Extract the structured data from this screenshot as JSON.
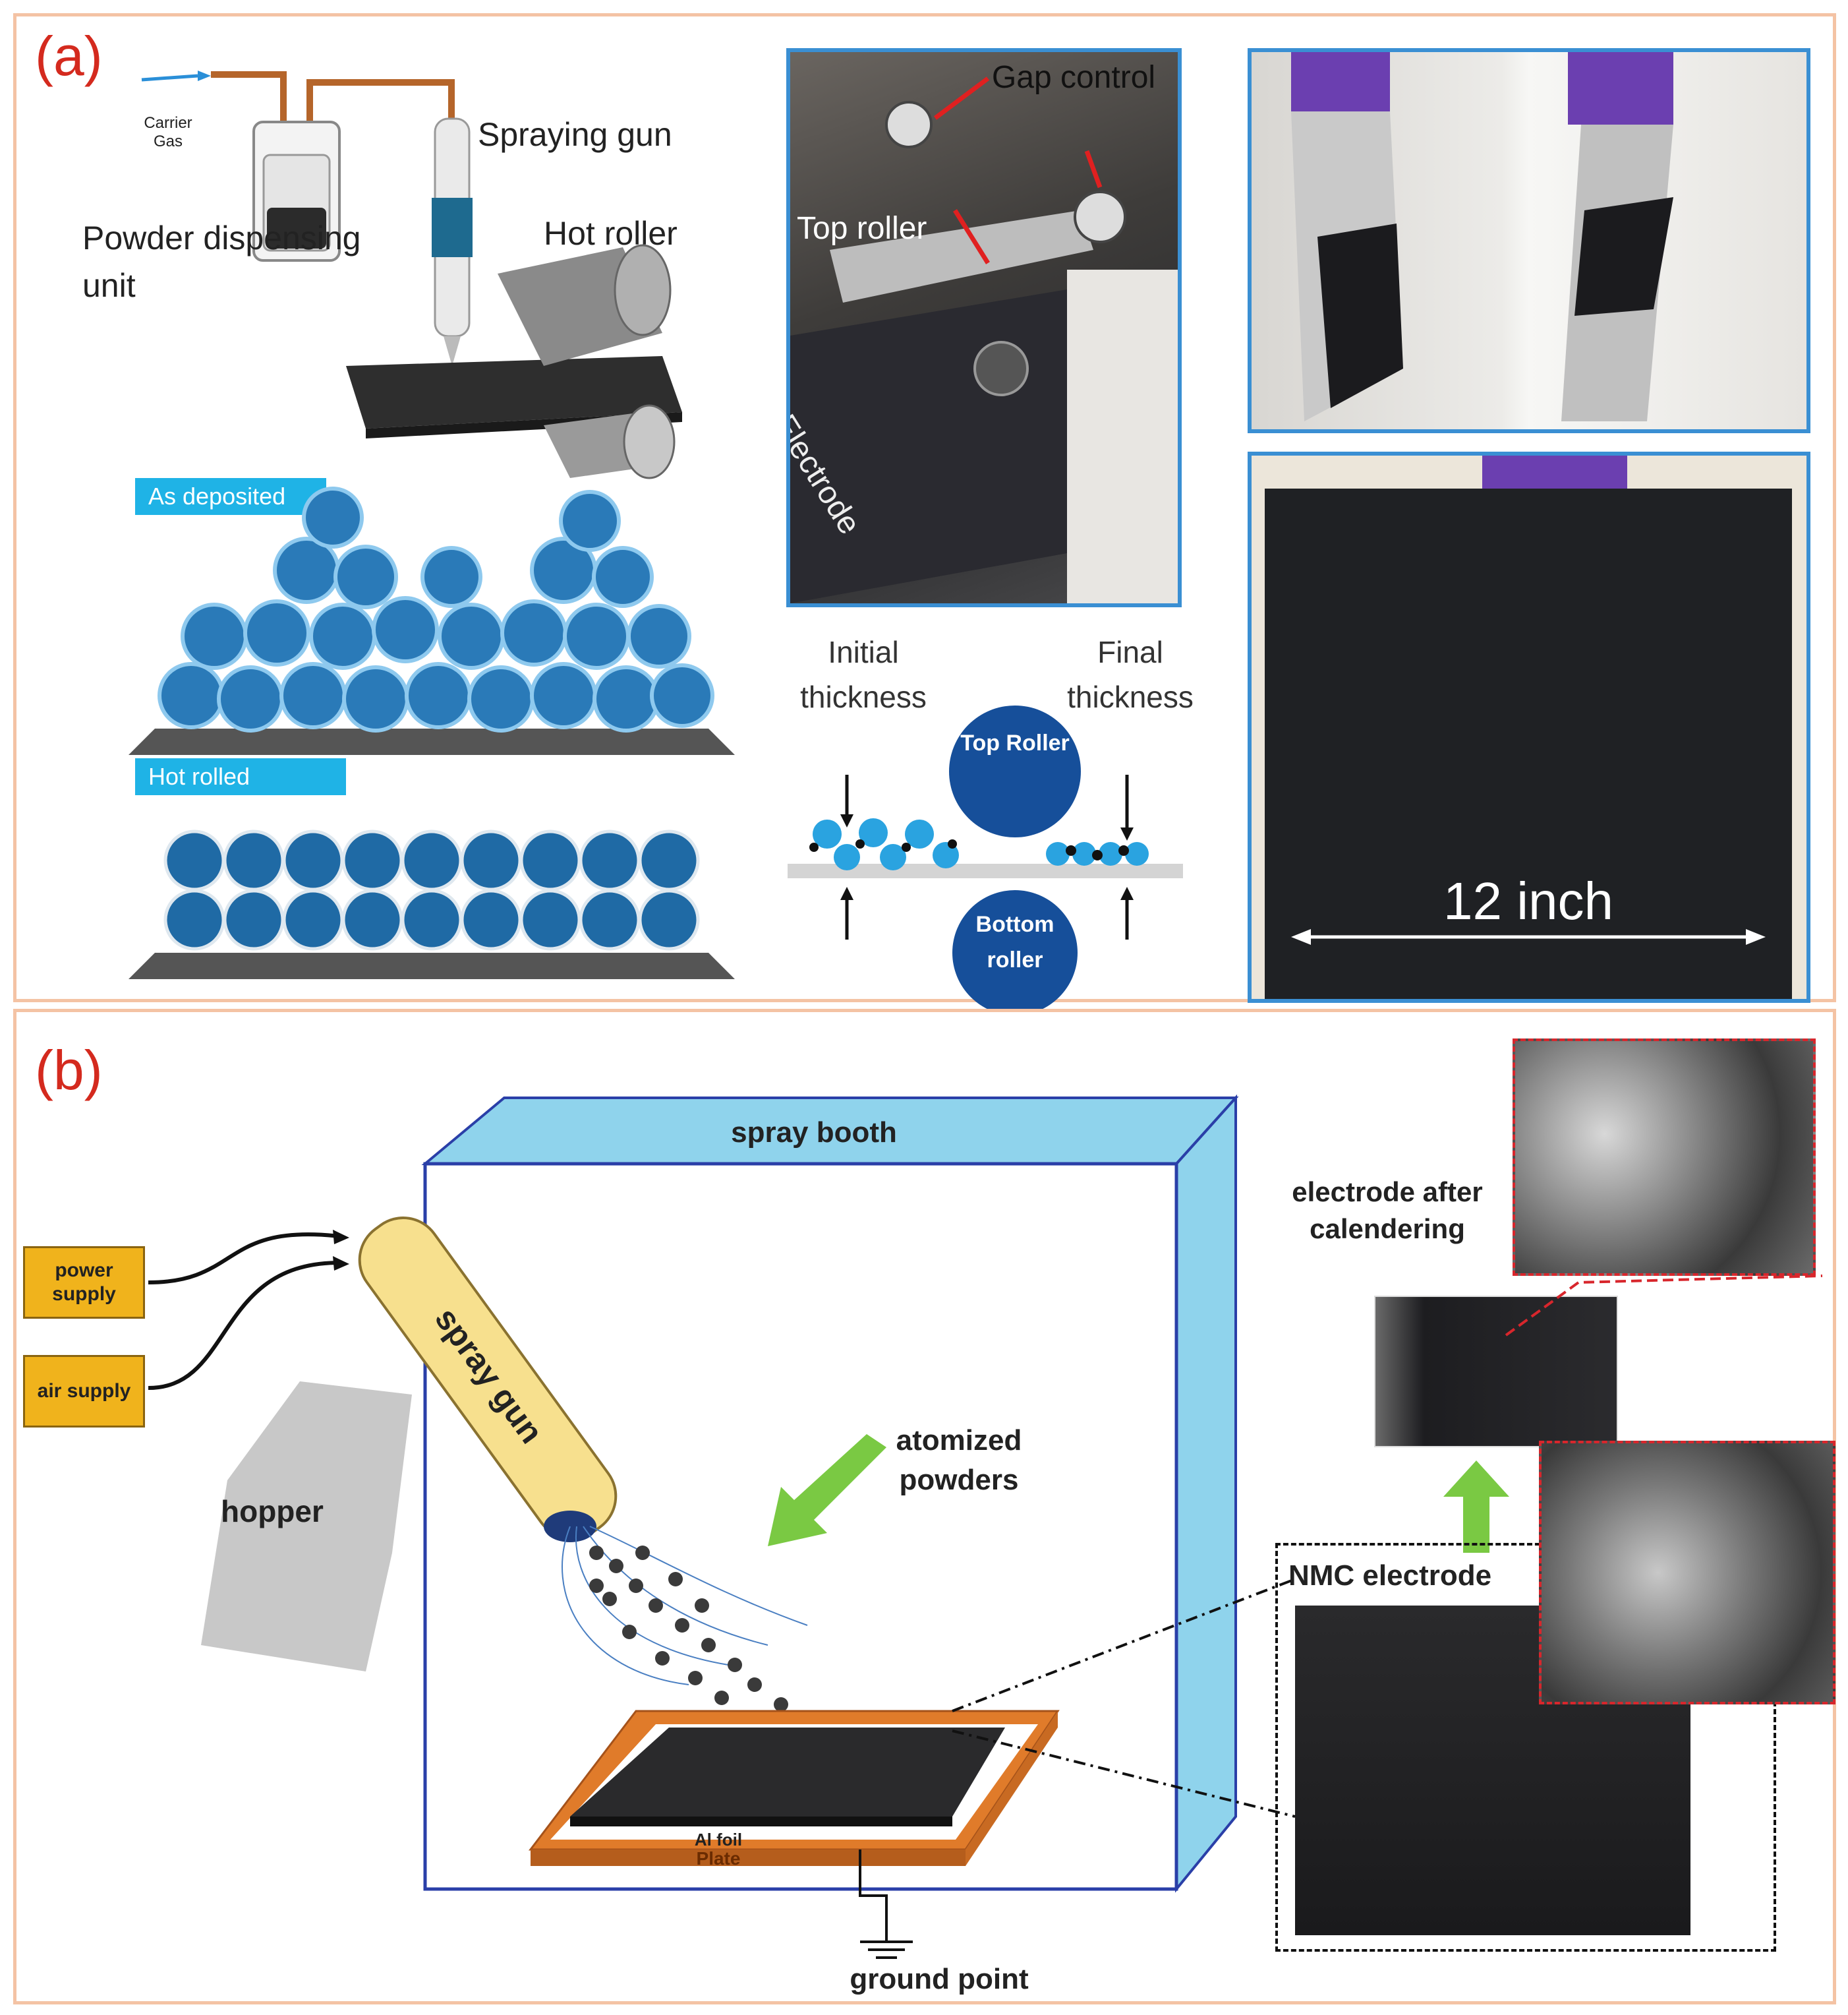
{
  "panel_a": {
    "label": "(a)",
    "schematic": {
      "carrier_gas": "Carrier Gas",
      "spraying_gun": "Spraying gun",
      "powder_unit": "Powder dispensing unit",
      "hot_roller": "Hot roller",
      "as_deposited": "As deposited",
      "hot_rolled": "Hot rolled"
    },
    "machine_photo": {
      "gap_control": "Gap control",
      "top_roller": "Top roller",
      "electrode": "Electrode"
    },
    "roller_diagram": {
      "initial_thickness": "Initial thickness",
      "final_thickness": "Final thickness",
      "top_roller": "Top Roller",
      "bottom_roller": "Bottom roller"
    },
    "sheet_photo": {
      "dimension": "12 inch"
    }
  },
  "panel_b": {
    "label": "(b)",
    "spray_booth": "spray booth",
    "power_supply": "power supply",
    "air_supply": "air supply",
    "spray_gun": "spray gun",
    "hopper": "hopper",
    "atomized_powders": "atomized powders",
    "al_foil": "Al foil",
    "plate": "Plate",
    "ground_point": "ground point",
    "electrode_after": "electrode after calendering",
    "nmc_electrode": "NMC electrode"
  },
  "colors": {
    "frame": "#f4c3a4",
    "label": "#d42a1e",
    "booth": "#8fd3ec",
    "booth_edge": "#2a3fa8",
    "supply_box": "#f0b31c",
    "plate": "#e07b2a",
    "arrow_green": "#7ac943",
    "particle_blue": "#1c6fae",
    "callout_red": "#d8262c"
  }
}
